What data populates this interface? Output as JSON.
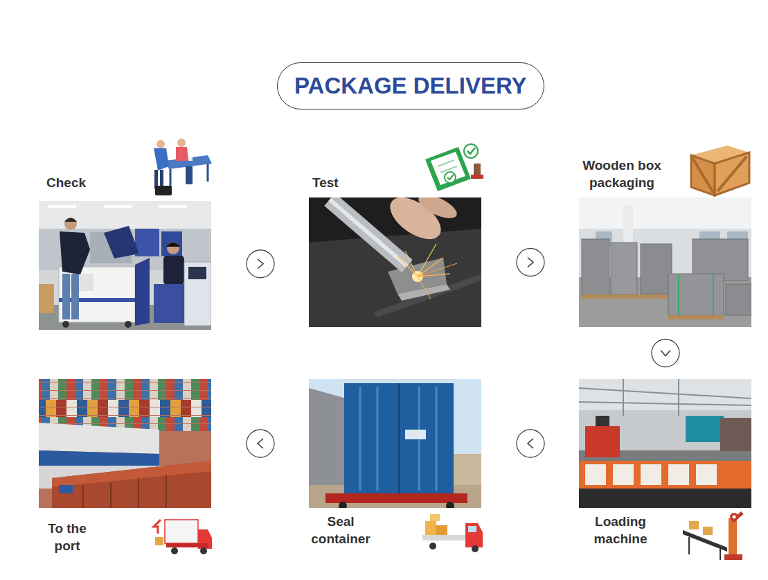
{
  "diagram": {
    "title": "PACKAGE DELIVERY",
    "nodes": [
      {
        "text": [
          "Check"
        ]
      },
      {
        "text": [
          "Test"
        ]
      },
      {
        "text": [
          "Wooden box packaging"
        ]
      },
      {
        "text": [
          "Loading machine"
        ]
      },
      {
        "text": [
          "Seal container"
        ]
      },
      {
        "text": [
          "To the port"
        ]
      }
    ],
    "edges": [
      {
        "from": 0,
        "to": 1,
        "arrow": "to"
      },
      {
        "from": 1,
        "to": 2,
        "arrow": "to"
      },
      {
        "from": 2,
        "to": 3,
        "arrow": "to"
      },
      {
        "from": 3,
        "to": 4,
        "arrow": "to"
      },
      {
        "from": 4,
        "to": 5,
        "arrow": "to"
      }
    ]
  }
}
